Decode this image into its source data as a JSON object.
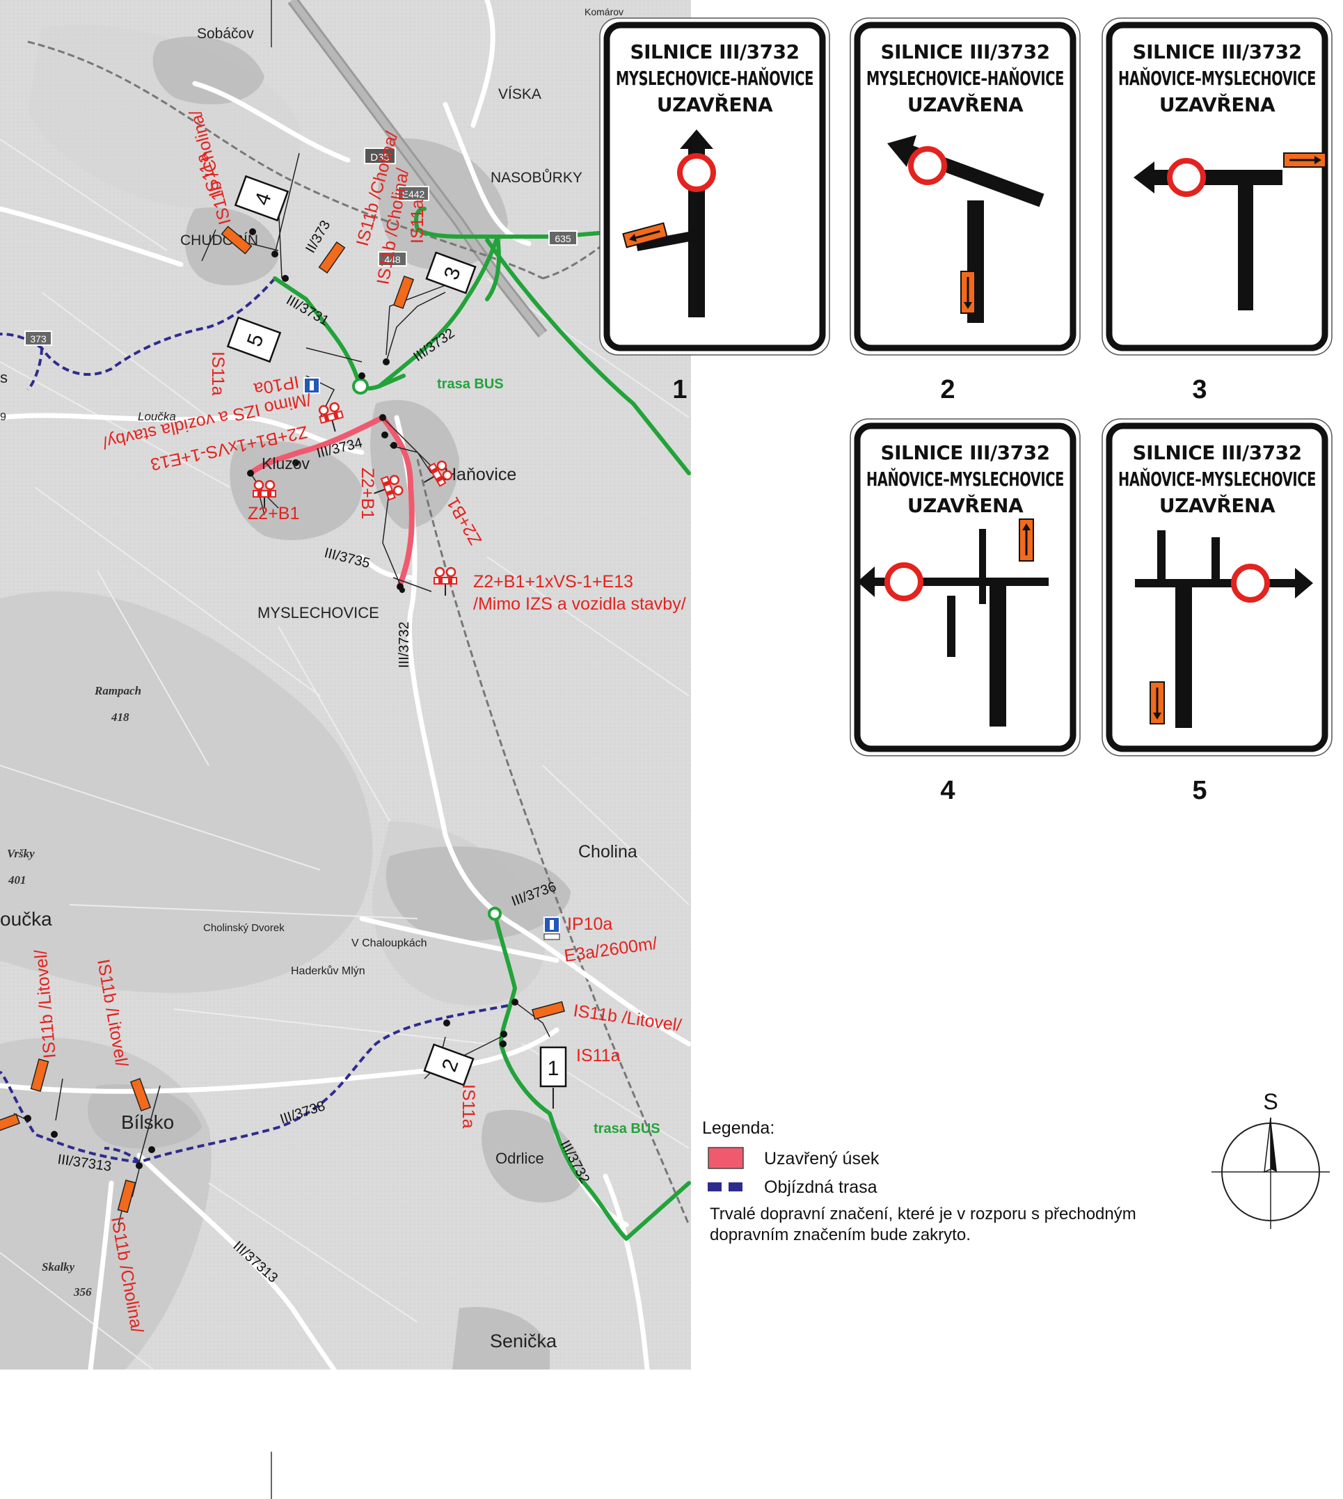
{
  "places": {
    "sobacov": "Sobáčov",
    "komarov": "Komárov",
    "viska": "VÍSKA",
    "nasoburky": "NASOBŮRKY",
    "chudobin": "CHUDOBÍN",
    "loucka": "Loučka",
    "kluzov": "Kluzov",
    "hanovice": "Haňovice",
    "myslechovice": "MYSLECHOVICE",
    "cholina": "Cholina",
    "cholinsky_dvorek": "Cholinský Dvorek",
    "v_chaloupkach": "V Chaloupkách",
    "haderkuv_mlyn": "Haderkův Mlýn",
    "bilsko": "Bílsko",
    "odrlice": "Odrlice",
    "senicka": "Senička",
    "oucka": "oučka",
    "s_edge": "s",
    "nine_edge": "9"
  },
  "hills": {
    "rampach": "Rampach",
    "rampach_h": "418",
    "vrsky": "Vršky",
    "vrsky_h": "401",
    "skalky": "Skalky",
    "skalky_h": "356"
  },
  "road_shields": {
    "d35": "D35",
    "e442": "E442",
    "r635": "635",
    "r373": "373",
    "r448": "448"
  },
  "roads": {
    "r373": "II/373",
    "r3731": "III/3731",
    "r3732_a": "III/3732",
    "r3734": "III/3734",
    "r3735": "III/3735",
    "r3732_b": "III/3732",
    "r3736": "III/3736",
    "r3738": "III/3738",
    "r37313_a": "III/37313",
    "r37313_b": "III/37313",
    "r3732_c": "III/3732"
  },
  "red_labels": {
    "is11a_top": "IS11a",
    "is11b_cholina_top": "IS11b /Cholina/",
    "is11b_cholina_mid": "IS11b /Cholina/",
    "is11b_chol2": "IS11b /Cholina/",
    "is11a_small": "IS11a",
    "is11a_left": "IS11a",
    "ip10a": "IP10a",
    "mimo": "/Mimo IZS a vozidla stavby/",
    "z2b1_rot": "Z2+B1+1xVS-1+E13",
    "z2b1_left": "Z2+B1",
    "z2b1_mid": "Z2+B1",
    "z2b1_right": "Z2+B1",
    "z2_bottom": "Z2+B1+1xVS-1+E13",
    "mimo_bottom": "/Mimo IZS a vozidla stavby/",
    "ip10a_b": "IP10a",
    "e3a": "E3a/2600m/",
    "is11b_litovel_r": "IS11b /Litovel/",
    "is11a_r": "IS11a",
    "is11a_r2": "IS11a",
    "is11b_litovel_l1": "IS11b /Litovel/",
    "is11b_litovel_l2": "IS11b /Litovel/",
    "is11b_cholina_b": "IS11b /Cholina/"
  },
  "bus": {
    "top": "trasa BUS",
    "bottom": "trasa BUS"
  },
  "map_boxes": [
    "1",
    "2",
    "3",
    "4",
    "5"
  ],
  "signs": [
    {
      "number": "1",
      "line1": "SILNICE III/3732",
      "line2": "MYSLECHOVICE–HAŇOVICE",
      "line3": "UZAVŘENA"
    },
    {
      "number": "2",
      "line1": "SILNICE III/3732",
      "line2": "MYSLECHOVICE–HAŇOVICE",
      "line3": "UZAVŘENA"
    },
    {
      "number": "3",
      "line1": "SILNICE III/3732",
      "line2": "HAŇOVICE–MYSLECHOVICE",
      "line3": "UZAVŘENA"
    },
    {
      "number": "4",
      "line1": "SILNICE III/3732",
      "line2": "HAŇOVICE–MYSLECHOVICE",
      "line3": "UZAVŘENA"
    },
    {
      "number": "5",
      "line1": "SILNICE III/3732",
      "line2": "HAŇOVICE–MYSLECHOVICE",
      "line3": "UZAVŘENA"
    }
  ],
  "legend": {
    "title": "Legenda:",
    "closed": "Uzavřený úsek",
    "detour": "Objízdná trasa",
    "note1": "Trvalé dopravní značení, které je v rozporu s přechodným",
    "note2": "dopravním značením bude zakryto.",
    "closed_color": "#f05a6e",
    "detour_color": "#2e2b8f"
  },
  "compass": {
    "label": "S"
  },
  "colors": {
    "bus_route": "#22a33a",
    "closed_road": "#f05a6e",
    "detour": "#2e2b8f",
    "red_text": "#e3231f",
    "orange_sign": "#f26a1b"
  }
}
